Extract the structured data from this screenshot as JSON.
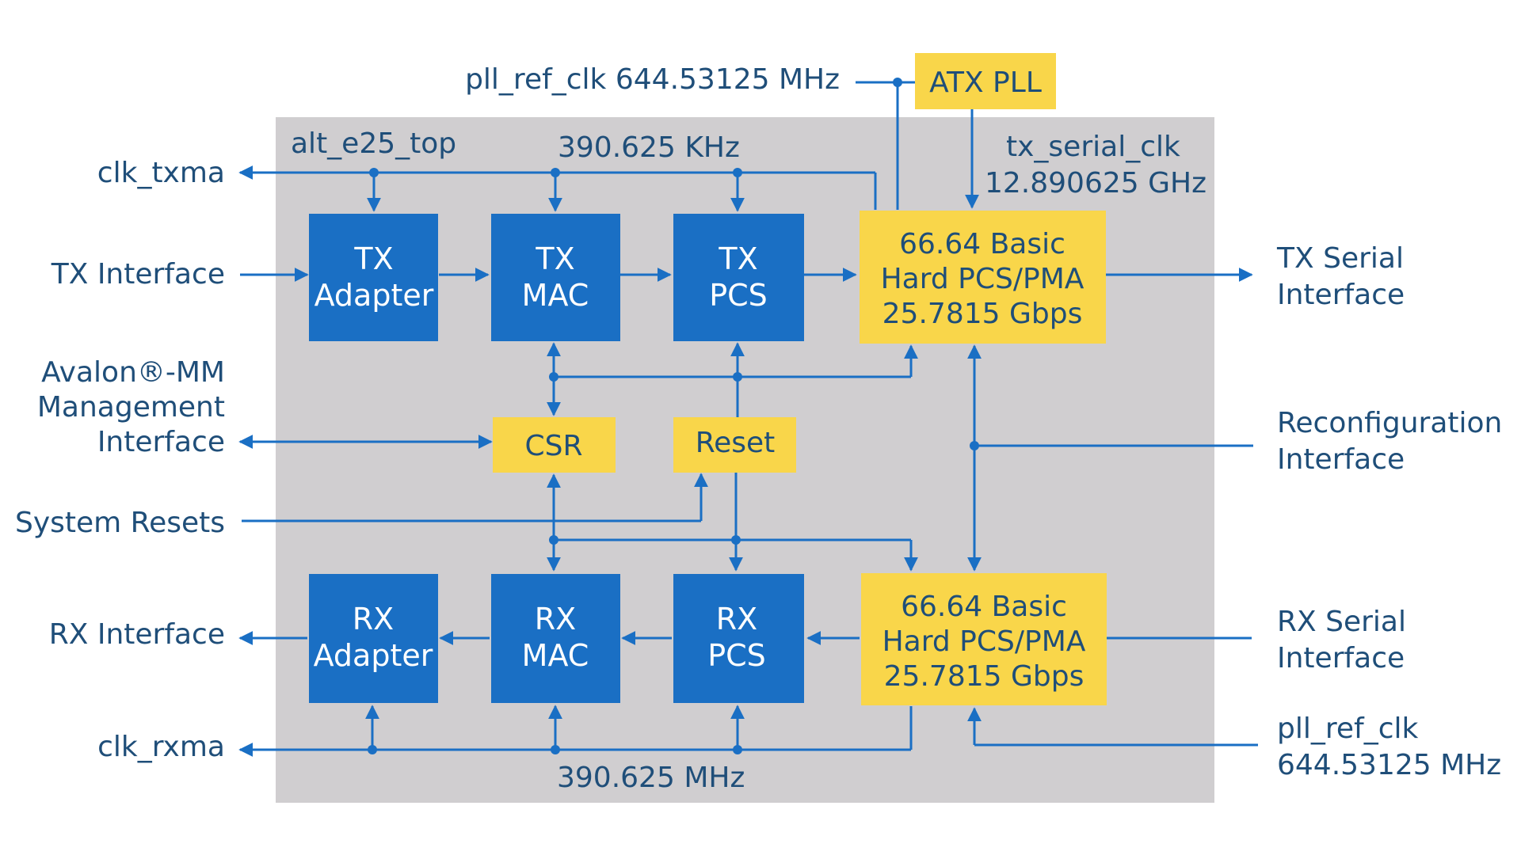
{
  "diagram": {
    "colors": {
      "blue_block": "#1a6fc4",
      "yellow_block": "#f9d64a",
      "container": "#d0ced0",
      "wire": "#1a6fc4",
      "label_text": "#1f4e79"
    },
    "container": {
      "label": "alt_e25_top"
    },
    "clocks": {
      "pll_ref_top": "pll_ref_clk 644.53125 MHz",
      "tx_clock": "390.625 KHz",
      "tx_serial_line1": "tx_serial_clk",
      "tx_serial_line2": "12.890625 GHz",
      "rx_clock": "390.625 MHz",
      "pll_ref_bottom_line1": "pll_ref_clk",
      "pll_ref_bottom_line2": "644.53125 MHz"
    },
    "blocks": {
      "atx_pll": "ATX PLL",
      "tx_adapter": [
        "TX",
        "Adapter"
      ],
      "tx_mac": [
        "TX",
        "MAC"
      ],
      "tx_pcs": [
        "TX",
        "PCS"
      ],
      "tx_pma": [
        "66.64 Basic",
        "Hard PCS/PMA",
        "25.7815 Gbps"
      ],
      "csr": "CSR",
      "reset": "Reset",
      "rx_adapter": [
        "RX",
        "Adapter"
      ],
      "rx_mac": [
        "RX",
        "MAC"
      ],
      "rx_pcs": [
        "RX",
        "PCS"
      ],
      "rx_pma": [
        "66.64 Basic",
        "Hard PCS/PMA",
        "25.7815 Gbps"
      ]
    },
    "ports_left": {
      "clk_txma": "clk_txma",
      "tx_interface": "TX Interface",
      "avalon_line1": "Avalon®-MM",
      "avalon_line2": "Management",
      "avalon_line3": "Interface",
      "system_resets": "System Resets",
      "rx_interface": "RX Interface",
      "clk_rxma": "clk_rxma"
    },
    "ports_right": {
      "tx_serial_line1": "TX Serial",
      "tx_serial_line2": "Interface",
      "reconfig_line1": "Reconfiguration",
      "reconfig_line2": "Interface",
      "rx_serial_line1": "RX Serial",
      "rx_serial_line2": "Interface"
    }
  }
}
